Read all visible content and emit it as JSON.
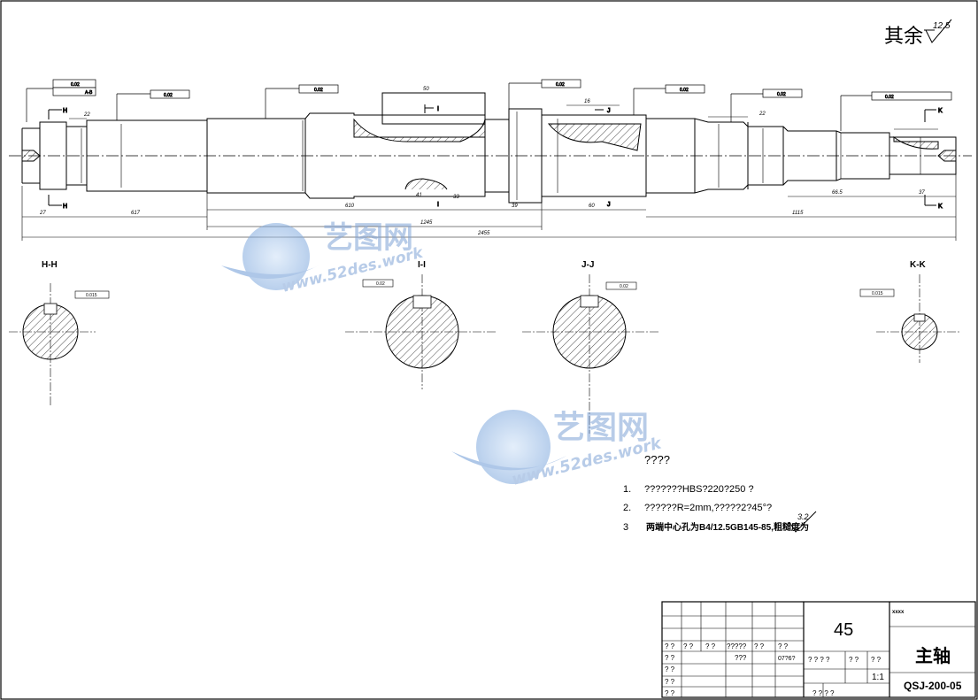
{
  "roughness": {
    "label": "其余",
    "value": "12.5"
  },
  "sections": {
    "hh": "H-H",
    "ii": "I-I",
    "jj": "J-J",
    "kk": "K-K"
  },
  "cuts": {
    "h": "H",
    "i": "I",
    "j": "J",
    "k": "K"
  },
  "main_dims": {
    "d27": "27",
    "d617": "617",
    "d1115": "1115",
    "d2455": "2455",
    "d39": "39",
    "d60": "60",
    "d610": "610",
    "d41": "41",
    "d22": "22",
    "d50": "50",
    "d16": "16",
    "d37": "37",
    "d665": "66.5",
    "d33": "33",
    "d1245": "1245"
  },
  "tolerance_values": {
    "runout": "0.02",
    "a_b": "A-B",
    "sym": "0.015"
  },
  "notes": {
    "heading": "????",
    "items": [
      {
        "no": "1.",
        "text": "???????HBS?220?250    ?"
      },
      {
        "no": "2.",
        "text": "??????R=2mm,?????2?45°?"
      },
      {
        "no": "3",
        "text": "两端中心孔为B4/12.5GB145-85,粗糙度为"
      }
    ],
    "note3_rough": "3.2"
  },
  "title_block": {
    "material": "45",
    "part_name": "主轴",
    "drawing_no": "QSJ-200-05",
    "scale": "1:1",
    "company": "xxxx",
    "q2": "? ?",
    "q4": "? ? ? ?",
    "q5": "?????",
    "q3": "???",
    "code": "07?6?"
  },
  "watermark": {
    "text_cn": "艺图网",
    "text_url": "www.52des.work"
  }
}
